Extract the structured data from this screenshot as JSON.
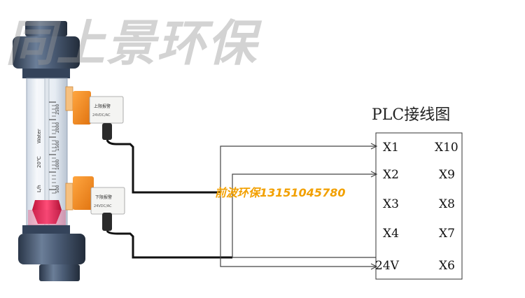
{
  "watermark": "同上景环保",
  "overlay_contact": "前波环保13151045780",
  "plc": {
    "title": "PLC接线图",
    "left_terminals": [
      "X1",
      "X2",
      "X3",
      "X4",
      "24V"
    ],
    "right_terminals": [
      "X10",
      "X9",
      "X8",
      "X7",
      "X6"
    ]
  },
  "flowmeter": {
    "medium_label": "Water",
    "unit_label": "L/h",
    "temp_label": "20℃",
    "scale_ticks": [
      "2500",
      "2000",
      "1500",
      "1000",
      "500"
    ]
  },
  "switches": {
    "upper_label": "上限报警",
    "upper_rating": "24VDC/AC",
    "lower_label": "下限报警",
    "lower_rating": "24VDC/AC"
  },
  "colors": {
    "switch_body": "#f08a1c",
    "float": "#e0204a",
    "pipe_fitting": "#3e4e66",
    "wire": "#111111",
    "thin_wire": "#444444"
  }
}
